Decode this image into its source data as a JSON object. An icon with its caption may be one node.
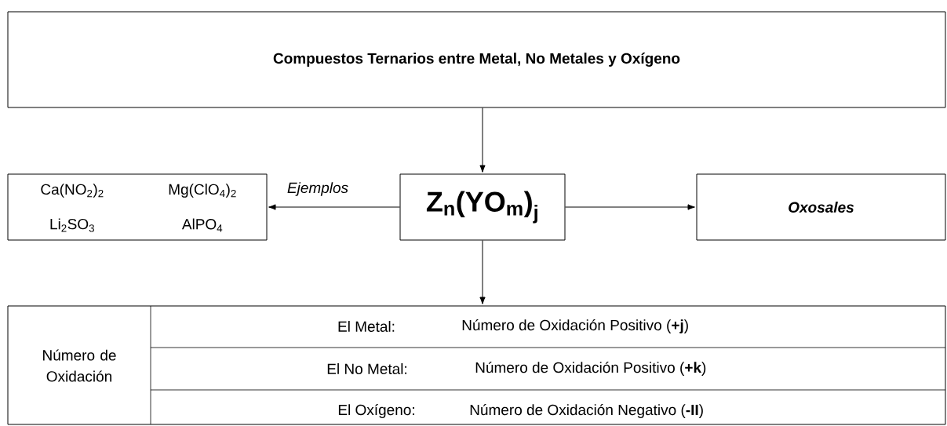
{
  "diagram": {
    "nodes": [
      {
        "text": [
          "Compuestos Ternarios entre Metal, No Metales y Oxígeno"
        ]
      },
      {
        "text": [
          "Z$_{n}$(YO$_{m}$)$_{j}$"
        ]
      },
      {
        "text": [
          "Ca(NO$_{2}$)$_{2}$",
          "Mg(ClO$_{4}$)$_{2}$",
          "Li$_{2}$SO$_{3}$",
          "AlPO$_{4}$"
        ]
      },
      {
        "text": [
          "Oxosales"
        ]
      },
      {
        "text": [
          "Número de Oxidación"
        ]
      }
    ],
    "edges": [
      {
        "from": 0,
        "to": 1,
        "arrow": "to"
      },
      {
        "from": 1,
        "to": 2,
        "arrow": "to",
        "label": "Ejemplos"
      },
      {
        "from": 1,
        "to": 3,
        "arrow": "to"
      },
      {
        "from": 1,
        "to": 4,
        "arrow": "to"
      }
    ],
    "labels": [
      "El Metal:",
      "Número de Oxidación Positivo (**+j**)",
      "El No Metal:",
      "Número de Oxidación Positivo (**+k**)",
      "El Oxígeno:",
      "Número de Oxidación Negativo (**-II**)"
    ]
  }
}
